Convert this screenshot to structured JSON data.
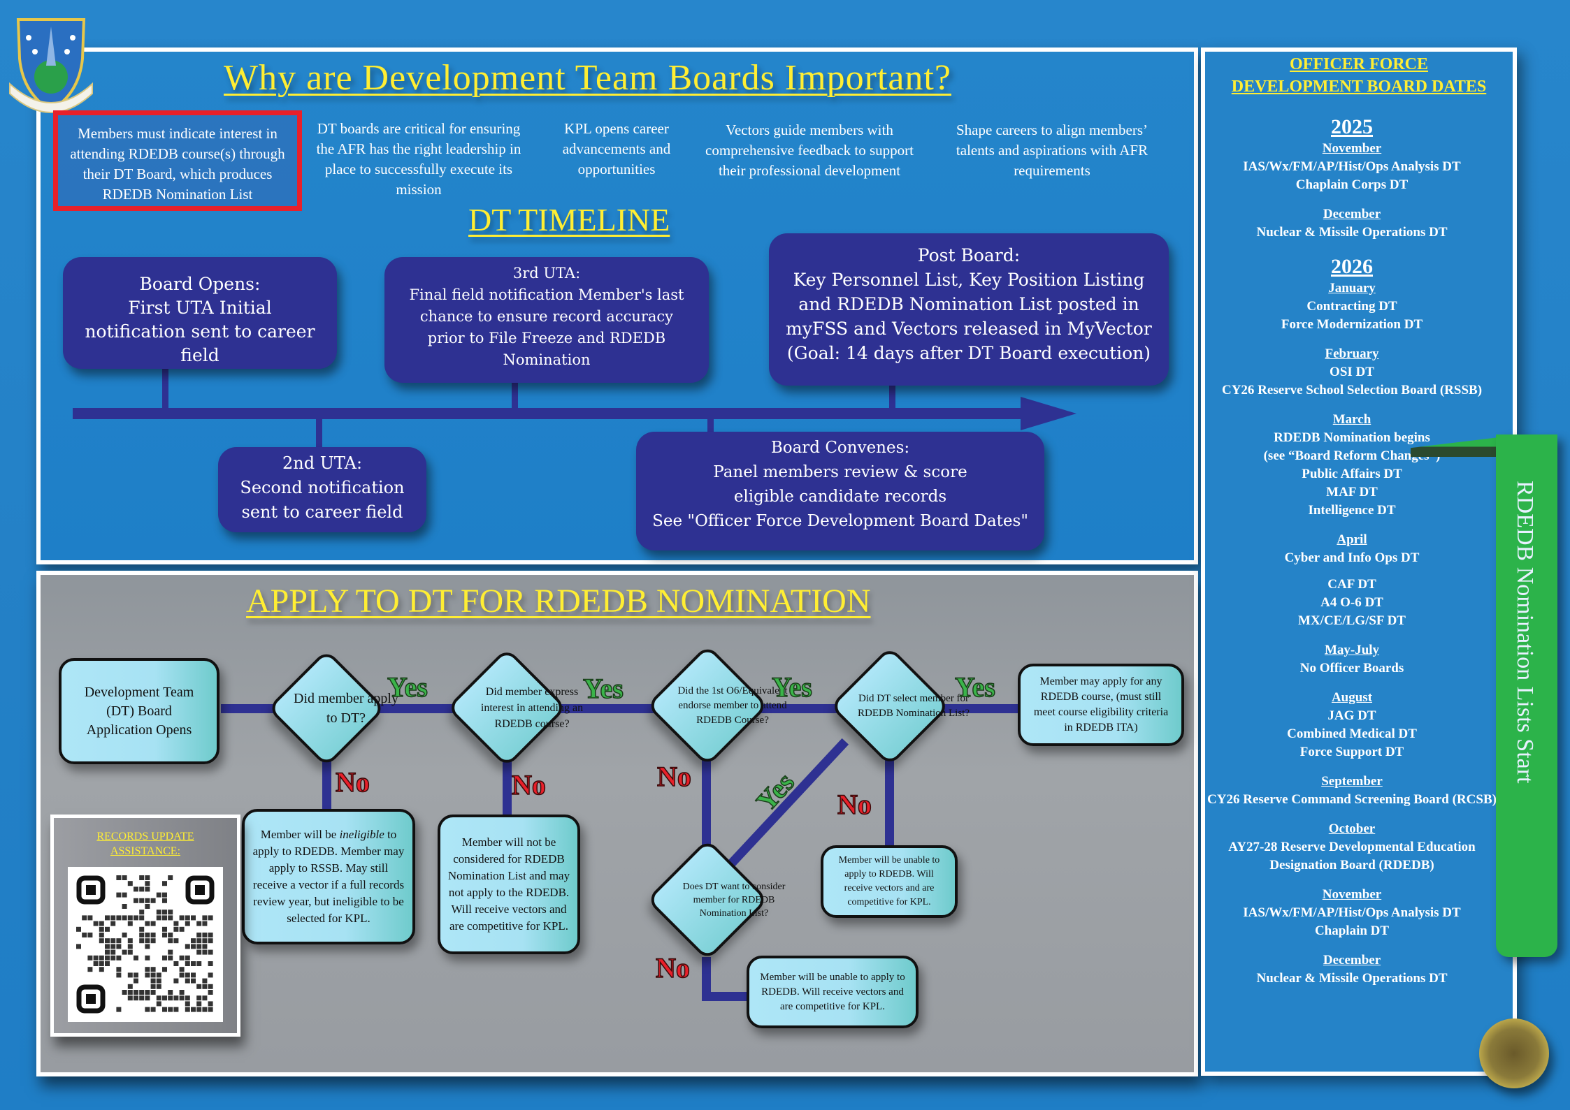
{
  "header": {
    "title": "Why are Development Team Boards Important?",
    "logo_icon": "afrpc-shield-logo-icon"
  },
  "why": [
    "Members must indicate interest in attending RDEDB course(s) through their DT Board, which produces RDEDB Nomination List",
    "DT boards are critical for ensuring the AFR has the right leadership in place to successfully execute its mission",
    "KPL opens career advancements and opportunities",
    "Vectors guide members with comprehensive feedback to support their professional development",
    "Shape careers to align members’ talents and aspirations with AFR requirements"
  ],
  "timeline": {
    "title": "DT TIMELINE",
    "events": [
      {
        "heading": "Board Opens:",
        "body": "First UTA Initial notification sent to career field"
      },
      {
        "heading": "2nd UTA:",
        "body": "Second notification sent to career field"
      },
      {
        "heading": "3rd UTA:",
        "body": "Final field notification Member's last chance to ensure record accuracy prior to File Freeze and RDEDB Nomination"
      },
      {
        "heading": "Board Convenes:",
        "body": "Panel members review & score eligible candidate records",
        "note": "See \"Officer Force Development Board Dates\""
      },
      {
        "heading": "Post Board:",
        "body": "Key Personnel List, Key Position Listing and RDEDB Nomination List posted in myFSS and Vectors released in MyVector",
        "note": "(Goal: 14 days after DT Board execution)"
      }
    ]
  },
  "flow": {
    "title": "APPLY TO DT FOR RDEDB NOMINATION",
    "start": "Development Team (DT) Board Application Opens",
    "decisions": [
      "Did member apply to DT?",
      "Did member express interest in attending an RDEDB course?",
      "Did the 1st O6/Equivalent endorse member to attend RDEDB Course?",
      "Did DT select member for RDEDB Nomination List?",
      "Does DT want to consider member for RDEDB Nomination List?"
    ],
    "outcomes": {
      "success": "Member may apply for any RDEDB course, (must still meet course eligibility criteria in RDEDB ITA)",
      "no_apply_pre": "Member will be ",
      "no_apply_em": "ineligible",
      "no_apply_post": " to apply to RDEDB. Member may apply to RSSB. May still receive a vector if a full records review year, but ineligible to be selected for KPL.",
      "no_interest": "Member will not be considered for RDEDB Nomination List and may not apply to the RDEDB. Will receive vectors and are competitive for KPL.",
      "not_selected": "Member will be unable to apply to RDEDB. Will receive vectors and are competitive for KPL.",
      "not_considered": "Member will be unable to apply to RDEDB. Will receive vectors and are competitive for KPL."
    },
    "yes_label": "Yes",
    "no_label": "No"
  },
  "records": {
    "title": "RECORDS UPDATE ASSISTANCE:",
    "qr_icon": "qr-code-icon"
  },
  "sidebar": {
    "title_line1": "OFFICER FORCE",
    "title_line2": "DEVELOPMENT BOARD DATES",
    "years": [
      {
        "year": "2025",
        "months": [
          {
            "month": "November",
            "items": [
              "IAS/Wx/FM/AP/Hist/Ops Analysis DT",
              "Chaplain Corps DT"
            ]
          },
          {
            "month": "December",
            "items": [
              "Nuclear & Missile Operations DT"
            ]
          }
        ]
      },
      {
        "year": "2026",
        "months": [
          {
            "month": "January",
            "items": [
              "Contracting DT",
              "Force Modernization DT"
            ]
          },
          {
            "month": "February",
            "items": [
              "OSI DT",
              "CY26 Reserve School Selection Board (RSSB)"
            ]
          },
          {
            "month": "March",
            "items": [
              "RDEDB Nomination begins",
              "(see “Board Reform Changes”)",
              "Public Affairs DT",
              "MAF DT",
              "Intelligence DT"
            ]
          },
          {
            "month": "April",
            "items": [
              "Cyber and Info Ops DT",
              "",
              "CAF DT",
              "A4 O-6 DT",
              "MX/CE/LG/SF DT"
            ]
          },
          {
            "month": "May-July",
            "items": [
              "No Officer Boards"
            ]
          },
          {
            "month": "August",
            "items": [
              "JAG DT",
              "Combined Medical DT",
              "Force Support DT"
            ]
          },
          {
            "month": "September",
            "items": [
              "CY26 Reserve Command Screening Board (RCSB)"
            ]
          },
          {
            "month": "October",
            "items": [
              "AY27-28 Reserve Developmental Education Designation Board (RDEDB)"
            ]
          },
          {
            "month": "November",
            "items": [
              "IAS/Wx/FM/AP/Hist/Ops Analysis DT",
              "Chaplain DT"
            ]
          },
          {
            "month": "December",
            "items": [
              "Nuclear & Missile Operations DT"
            ]
          }
        ]
      }
    ],
    "banner": "RDEDB Nomination Lists Start",
    "seal_icon": "command-seal-icon"
  },
  "colors": {
    "background": "#2583c8",
    "accent_yellow": "#ffee33",
    "navy": "#2e3192",
    "yes_green": "#3bb44a",
    "no_red": "#e8202a",
    "highlight_red": "#e8202a",
    "box_cyan": "#aee6f7"
  }
}
